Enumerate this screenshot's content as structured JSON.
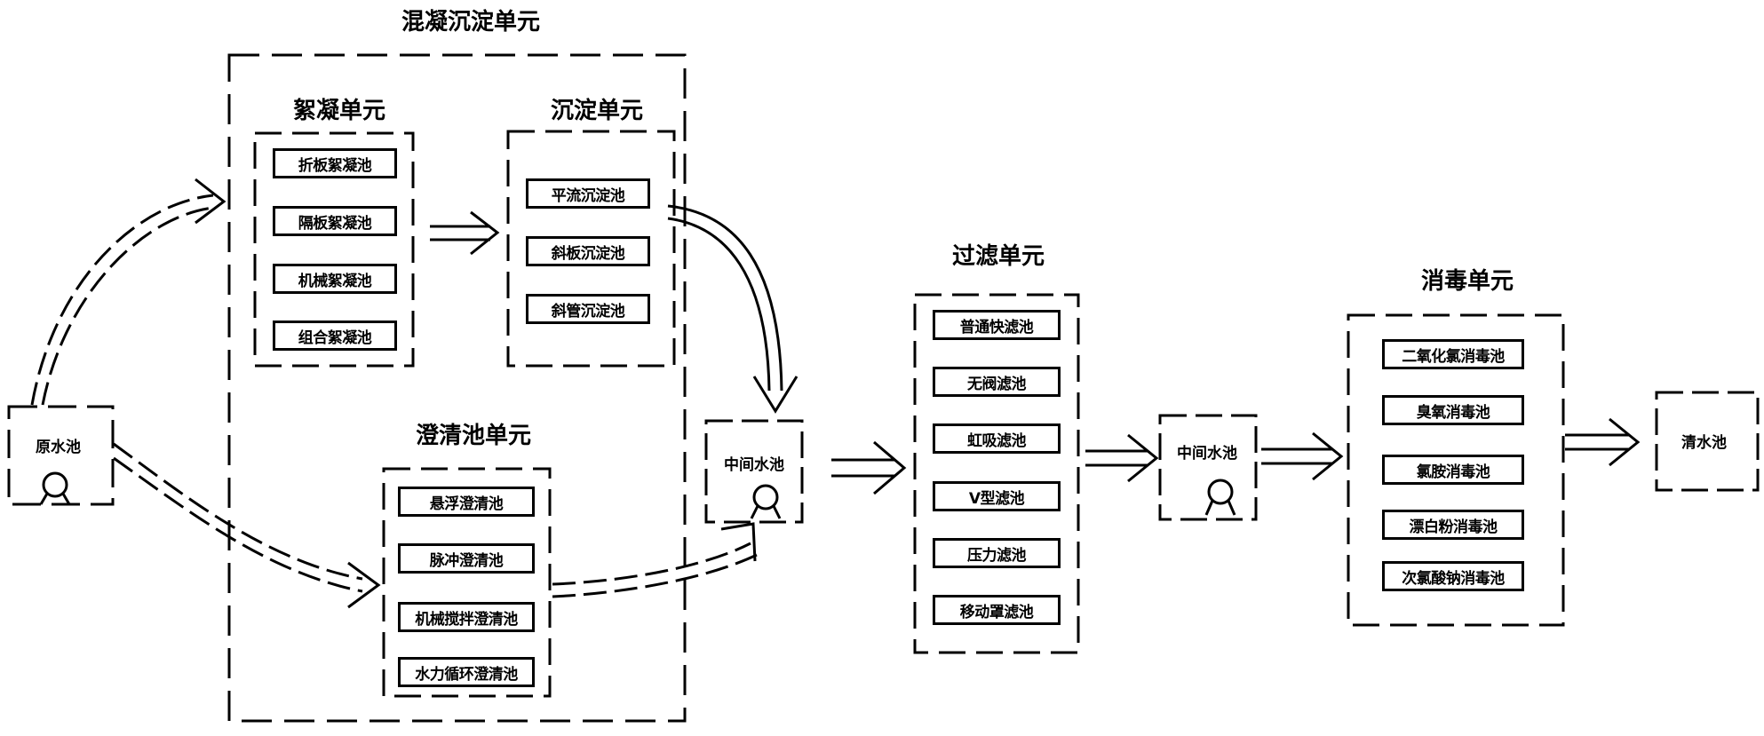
{
  "titles": {
    "coag_sed": "混凝沉淀单元",
    "floc": "絮凝单元",
    "sed": "沉淀单元",
    "clar": "澄清池单元",
    "filter": "过滤单元",
    "disinfect": "消毒单元"
  },
  "pools": {
    "raw": "原水池",
    "mid1": "中间水池",
    "mid2": "中间水池",
    "clear": "清水池"
  },
  "floc_items": [
    "折板絮凝池",
    "隔板絮凝池",
    "机械絮凝池",
    "组合絮凝池"
  ],
  "sed_items": [
    "平流沉淀池",
    "斜板沉淀池",
    "斜管沉淀池"
  ],
  "clar_items": [
    "悬浮澄清池",
    "脉冲澄清池",
    "机械搅拌澄清池",
    "水力循环澄清池"
  ],
  "filter_items": [
    "普通快滤池",
    "无阀滤池",
    "虹吸滤池",
    "V型滤池",
    "压力滤池",
    "移动罩滤池"
  ],
  "disinfect_items": [
    "二氧化氯消毒池",
    "臭氧消毒池",
    "氯胺消毒池",
    "漂白粉消毒池",
    "次氯酸钠消毒池"
  ],
  "colors": {
    "line": "#000000",
    "background": "#ffffff"
  }
}
